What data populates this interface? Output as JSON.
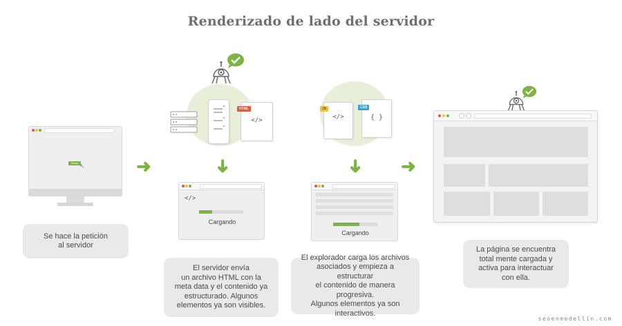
{
  "title": "Renderizado de lado del servidor",
  "step1": {
    "button_label": "Setup",
    "callout": "Se hace la petición\nal servidor"
  },
  "step2": {
    "html_tag": "HTML",
    "code_symbol": "</>",
    "loading_label": "Cargando",
    "progress": 0.3,
    "callout": "El servidor envía\nun archivo HTML con la\nmeta data y el contenido ya\nestructurado. Algunos\nelementos ya son visibles."
  },
  "step3": {
    "js_tag": "JS",
    "css_tag": "CSS",
    "code_symbol": "</>",
    "brace_symbol": "{ }",
    "loading_label": "Cargando",
    "progress": 0.6,
    "callout": "El explorador carga los archivos\nasociados y empieza a estructurar\nel contenido de manera progresiva.\nAlgunos elementos ya son\ninteractivos."
  },
  "step4": {
    "callout": "La página se encuentra\ntotal mente cargada y\nactiva para interactuar\ncon ella."
  },
  "footer": "seoenmedellin.com",
  "colors": {
    "accent": "#7cb342",
    "tag_orange": "#e8553a",
    "tag_yellow": "#f2c230",
    "tag_blue": "#3aa0dd"
  }
}
